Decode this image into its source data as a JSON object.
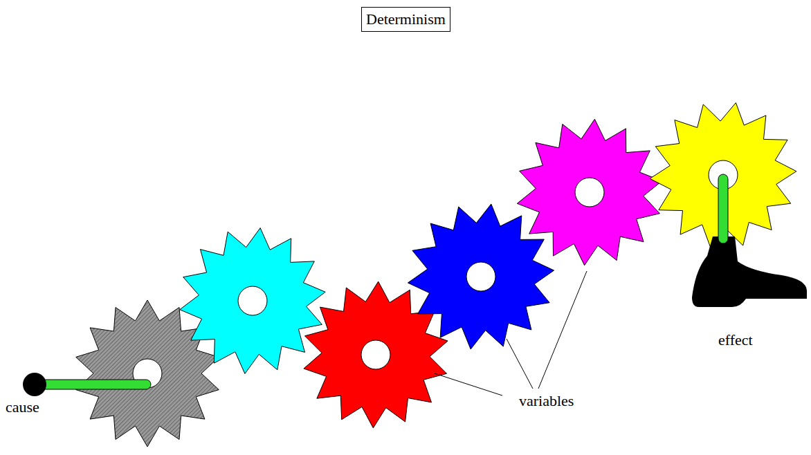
{
  "diagram": {
    "title": "Determinism",
    "labels": [
      "cause",
      "variables",
      "effect"
    ]
  }
}
